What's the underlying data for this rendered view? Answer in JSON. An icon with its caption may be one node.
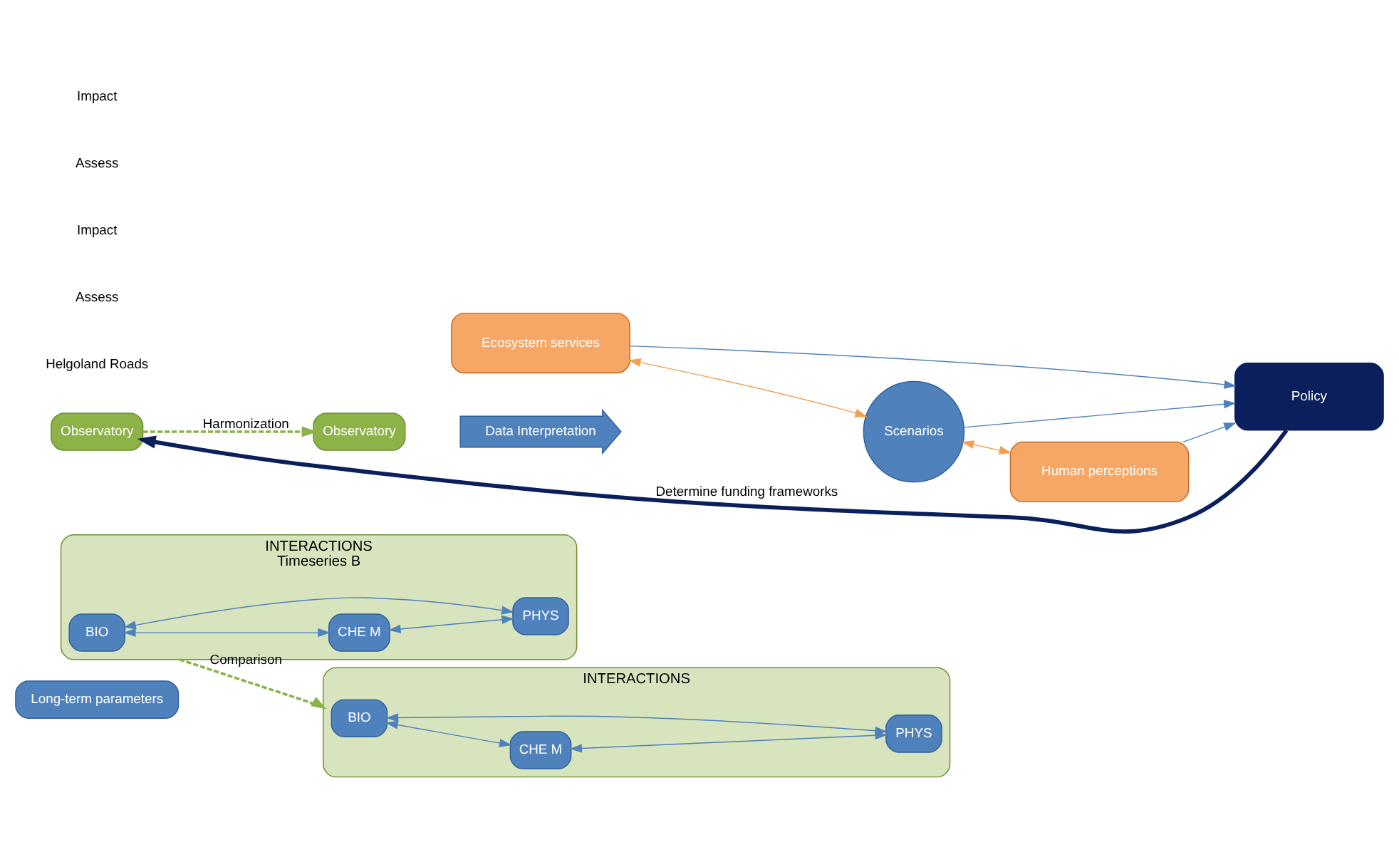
{
  "diagram": {
    "nodes": [
      {
        "text": [
          "Long-term parameters"
        ]
      },
      {
        "text": [
          "INTERACTIONS"
        ]
      },
      {
        "text": [
          "BIO"
        ],
        "in": 1
      },
      {
        "text": [
          "CHE M"
        ],
        "in": 1
      },
      {
        "text": [
          "PHYS"
        ],
        "in": 1
      },
      {
        "text": [
          "Observatory"
        ]
      },
      {
        "text": [
          "INTERACTIONS"
        ],
        "beside": [
          "Timeseries B"
        ]
      },
      {
        "text": [
          "BIO"
        ],
        "in": 6
      },
      {
        "text": [
          "CHE M"
        ],
        "in": 6
      },
      {
        "text": [
          "PHYS"
        ],
        "in": 6
      },
      {
        "text": [
          "Observatory"
        ]
      },
      {
        "text": [
          "Data Interpretation"
        ]
      },
      {
        "text": [
          "Ecosystem services"
        ]
      },
      {
        "text": [
          "Scenarios"
        ]
      },
      {
        "text": [
          "Human perceptions"
        ]
      },
      {
        "text": [
          "Policy"
        ]
      }
    ],
    "edges": [
      {
        "from": 2,
        "to": 3,
        "arrow": "both"
      },
      {
        "from": 2,
        "to": 4,
        "arrow": "both"
      },
      {
        "from": 3,
        "to": 4,
        "arrow": "both"
      },
      {
        "from": 7,
        "to": 8,
        "arrow": "both"
      },
      {
        "from": 7,
        "to": 9,
        "arrow": "both"
      },
      {
        "from": 8,
        "to": 9,
        "arrow": "both"
      },
      {
        "from": 6,
        "to": 1,
        "arrow": "to",
        "label": "Comparison",
        "style": "dashed",
        "color": "#8db348"
      },
      {
        "from": 10,
        "to": 5,
        "arrow": "to",
        "label": "Harmonization",
        "style": "dashed",
        "color": "#8db348"
      },
      {
        "from": 12,
        "to": 13,
        "arrow": "both",
        "color": "#f0a050"
      },
      {
        "from": 13,
        "to": 14,
        "arrow": "both",
        "color": "#f0a050"
      },
      {
        "from": 12,
        "to": 15,
        "arrow": "to"
      },
      {
        "from": 13,
        "to": 15,
        "arrow": "to"
      },
      {
        "from": 14,
        "to": 15,
        "arrow": "to"
      },
      {
        "from": 15,
        "to": 10,
        "arrow": "to",
        "label": "Determine funding frameworks",
        "style": "thick",
        "color": "#0a1f5c"
      }
    ],
    "labels": [
      "Helgoland Roads",
      "Assess",
      "Impact",
      "Assess",
      "Impact"
    ]
  }
}
